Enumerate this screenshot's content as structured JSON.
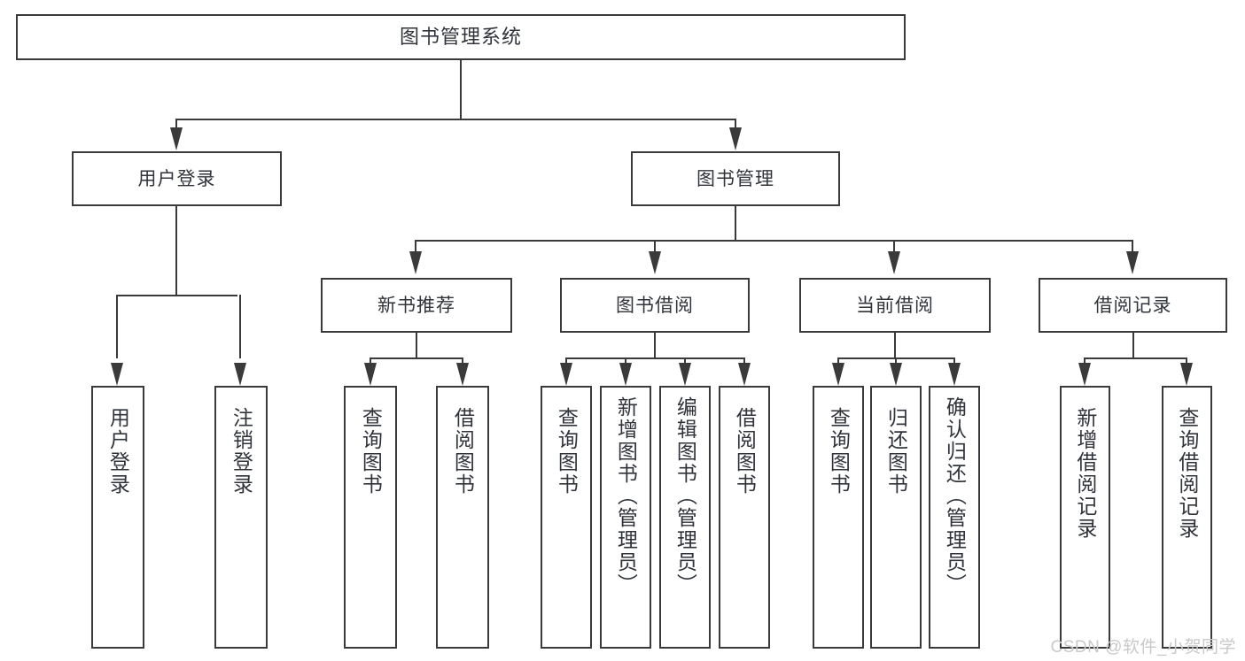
{
  "diagram": {
    "title": "图书管理系统",
    "type": "功能结构图",
    "root": {
      "label": "图书管理系统"
    },
    "level2": [
      {
        "label": "用户登录"
      },
      {
        "label": "图书管理"
      }
    ],
    "level3": [
      {
        "label": "新书推荐"
      },
      {
        "label": "图书借阅"
      },
      {
        "label": "当前借阅"
      },
      {
        "label": "借阅记录"
      }
    ],
    "leaves": {
      "user_login": [
        {
          "label": "用户登录"
        },
        {
          "label": "注销登录"
        }
      ],
      "new_book_recommend": [
        {
          "label": "查询图书"
        },
        {
          "label": "借阅图书"
        }
      ],
      "book_borrow": [
        {
          "label": "查询图书"
        },
        {
          "label": "新增图书（管理员）"
        },
        {
          "label": "编辑图书（管理员）"
        },
        {
          "label": "借阅图书"
        }
      ],
      "current_borrow": [
        {
          "label": "查询图书"
        },
        {
          "label": "归还图书"
        },
        {
          "label": "确认归还（管理员）"
        }
      ],
      "borrow_record": [
        {
          "label": "新增借阅记录"
        },
        {
          "label": "查询借阅记录"
        }
      ]
    }
  },
  "watermark": {
    "text": "CSDN @软件_小贺同学"
  },
  "colors": {
    "stroke": "#3a3a3a",
    "text": "#30343a",
    "background": "#ffffff",
    "watermark": "#c9c9c9"
  }
}
